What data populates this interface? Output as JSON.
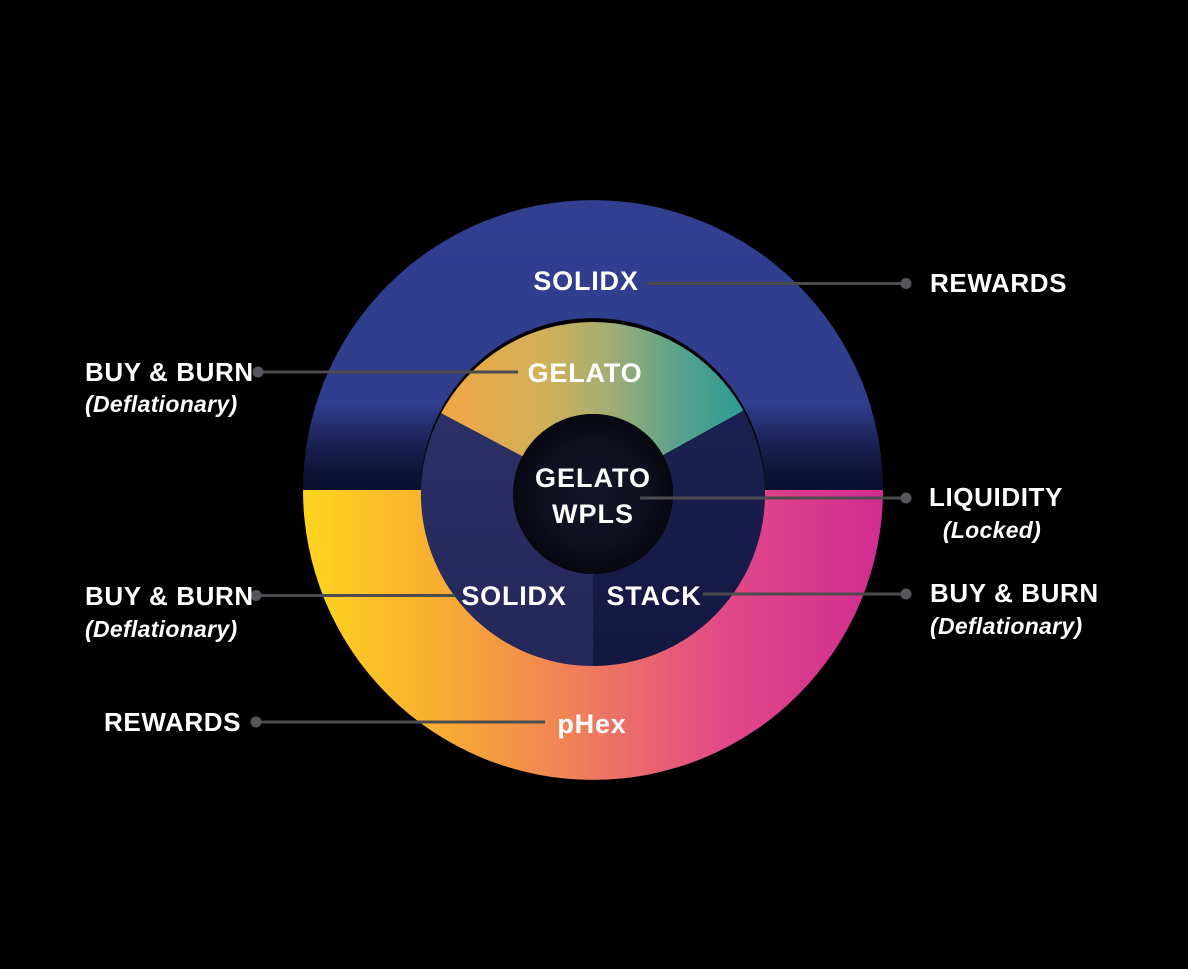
{
  "background_color": "#000000",
  "diagram": {
    "center": {
      "line1": "GELATO",
      "line2": "WPLS",
      "fill_center": "#15162B",
      "fill_edge": "#07080F"
    },
    "outer_ring": {
      "top_segment": {
        "label": "SOLIDX",
        "color": "#323F90",
        "fade_color": "#0B0F2F"
      },
      "bottom_segment": {
        "label": "pHex",
        "gradient": [
          "#FFD51F",
          "#F8B02F",
          "#EF7E5B",
          "#E24A87",
          "#D02C92"
        ]
      }
    },
    "middle_ring": {
      "gelato_segment": {
        "label": "GELATO",
        "gradient": [
          "#F2A644",
          "#D0B058",
          "#A4AE74",
          "#55A18C",
          "#2D9C95"
        ]
      },
      "solidx_segment": {
        "label": "SOLIDX",
        "color_top": "#2B3066",
        "color_bottom": "#232759"
      },
      "stack_segment": {
        "label": "STACK",
        "color_top": "#1C2151",
        "color_bottom": "#121741"
      }
    },
    "line_color": "#4C4C4E",
    "dot_color": "#57545C",
    "callouts": {
      "right_top": {
        "title": "REWARDS",
        "subtitle": ""
      },
      "left_top": {
        "title": "BUY & BURN",
        "subtitle": "(Deflationary)"
      },
      "right_middle": {
        "title": "LIQUIDITY",
        "subtitle": "(Locked)"
      },
      "left_middle": {
        "title": "BUY & BURN",
        "subtitle": "(Deflationary)"
      },
      "right_bottom": {
        "title": "BUY & BURN",
        "subtitle": "(Deflationary)"
      },
      "left_bottom": {
        "title": "REWARDS",
        "subtitle": ""
      }
    }
  }
}
